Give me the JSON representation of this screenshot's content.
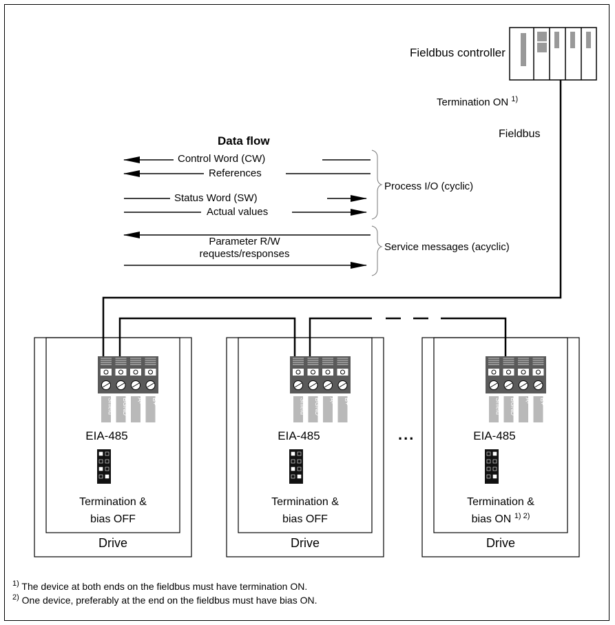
{
  "controller": {
    "label": "Fieldbus controller",
    "termination": "Termination ON",
    "termination_ref": "1)"
  },
  "fieldbus_label": "Fieldbus",
  "data_flow": {
    "title": "Data flow",
    "control_word": "Control Word (CW)",
    "references": "References",
    "status_word": "Status Word (SW)",
    "actual_values": "Actual values",
    "param_line1": "Parameter R/W",
    "param_line2": "requests/responses",
    "process_io": "Process I/O (cyclic)",
    "service_messages": "Service messages (acyclic)"
  },
  "terminal_labels": [
    "Shield",
    "BGND",
    "A-",
    "B+"
  ],
  "drives": [
    {
      "label": "Drive",
      "interface": "EIA-485",
      "term_line1": "Termination &",
      "term_line2": "bias OFF",
      "term_ref": ""
    },
    {
      "label": "Drive",
      "interface": "EIA-485",
      "term_line1": "Termination &",
      "term_line2": "bias OFF",
      "term_ref": ""
    },
    {
      "label": "Drive",
      "interface": "EIA-485",
      "term_line1": "Termination &",
      "term_line2": "bias ON",
      "term_ref": "1) 2)"
    }
  ],
  "ellipsis": "...",
  "footnotes": [
    {
      "mark": "1)",
      "text": "The device at both ends on the fieldbus must have termination ON."
    },
    {
      "mark": "2)",
      "text": "One device, preferably at the end on the fieldbus must have bias ON."
    }
  ]
}
